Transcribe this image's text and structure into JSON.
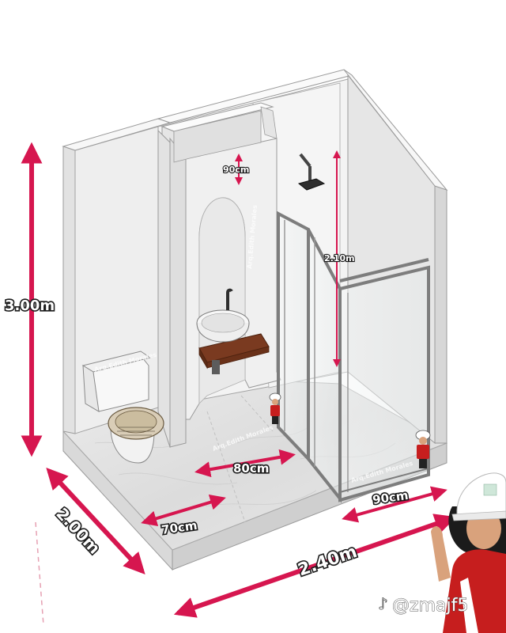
{
  "dimensions": {
    "height_total": "3.00m",
    "depth_total": "2.00m",
    "width_total": "2.40m",
    "toilet_zone": "70cm",
    "sink_zone": "80cm",
    "shower_width": "90cm",
    "arch_width": "90cm",
    "shower_height": "2.10m"
  },
  "watermarks": {
    "author": "Arq.Edith Morales"
  },
  "social": {
    "handle": "@zmajf5",
    "platform_icon": "tiktok-icon"
  },
  "colors": {
    "dimension_arrow": "#d6164f",
    "wall": "#f2f2f2",
    "floor": "#e4e4e4",
    "shower_frame": "#7d7d7d",
    "vanity_wood": "#7a3a20",
    "helmet": "#ffffff",
    "worker_shirt": "#c61e1e"
  }
}
